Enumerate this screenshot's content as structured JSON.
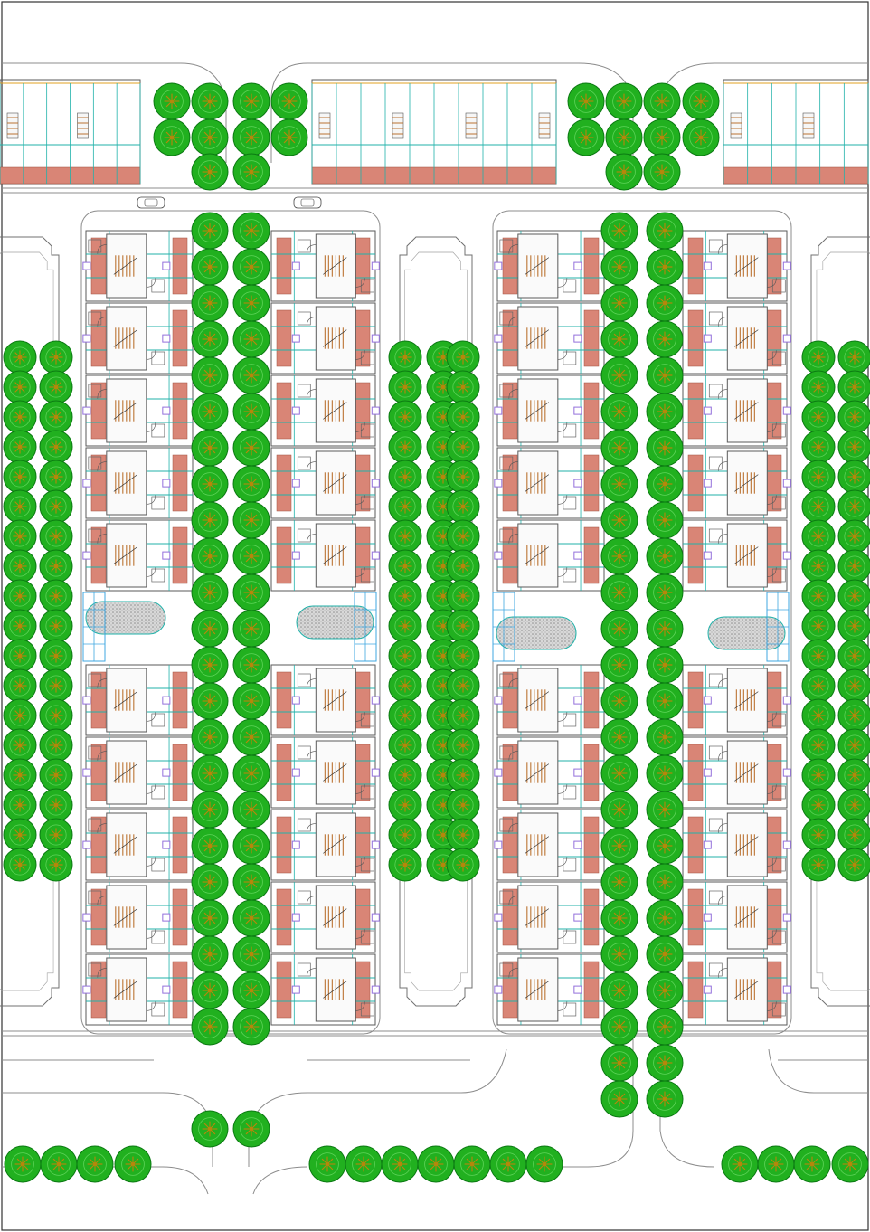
{
  "drawing": {
    "kind": "site-plan",
    "blocks": [
      {
        "id": "A",
        "units_upper": 5,
        "units_lower": 5
      },
      {
        "id": "B",
        "units_upper": 5,
        "units_lower": 5
      },
      {
        "id": "C",
        "units_upper": 5,
        "units_lower": 5
      },
      {
        "id": "D",
        "units_upper": 5,
        "units_lower": 5
      }
    ],
    "north_rows": 3
  },
  "colors": {
    "background": "#ffffff",
    "road_line": "#8c8c8c",
    "wall": "#5a5a5a",
    "partition": "#20b2aa",
    "terrace": "#d98576",
    "tree_fill": "#21b01f",
    "tree_edge": "#0b7a12",
    "tree_center": "#b8860b",
    "stair": "#b5651d",
    "window": "#9370db",
    "gravel": "#b5b5b5",
    "accent_blue": "#3fa7e0"
  }
}
